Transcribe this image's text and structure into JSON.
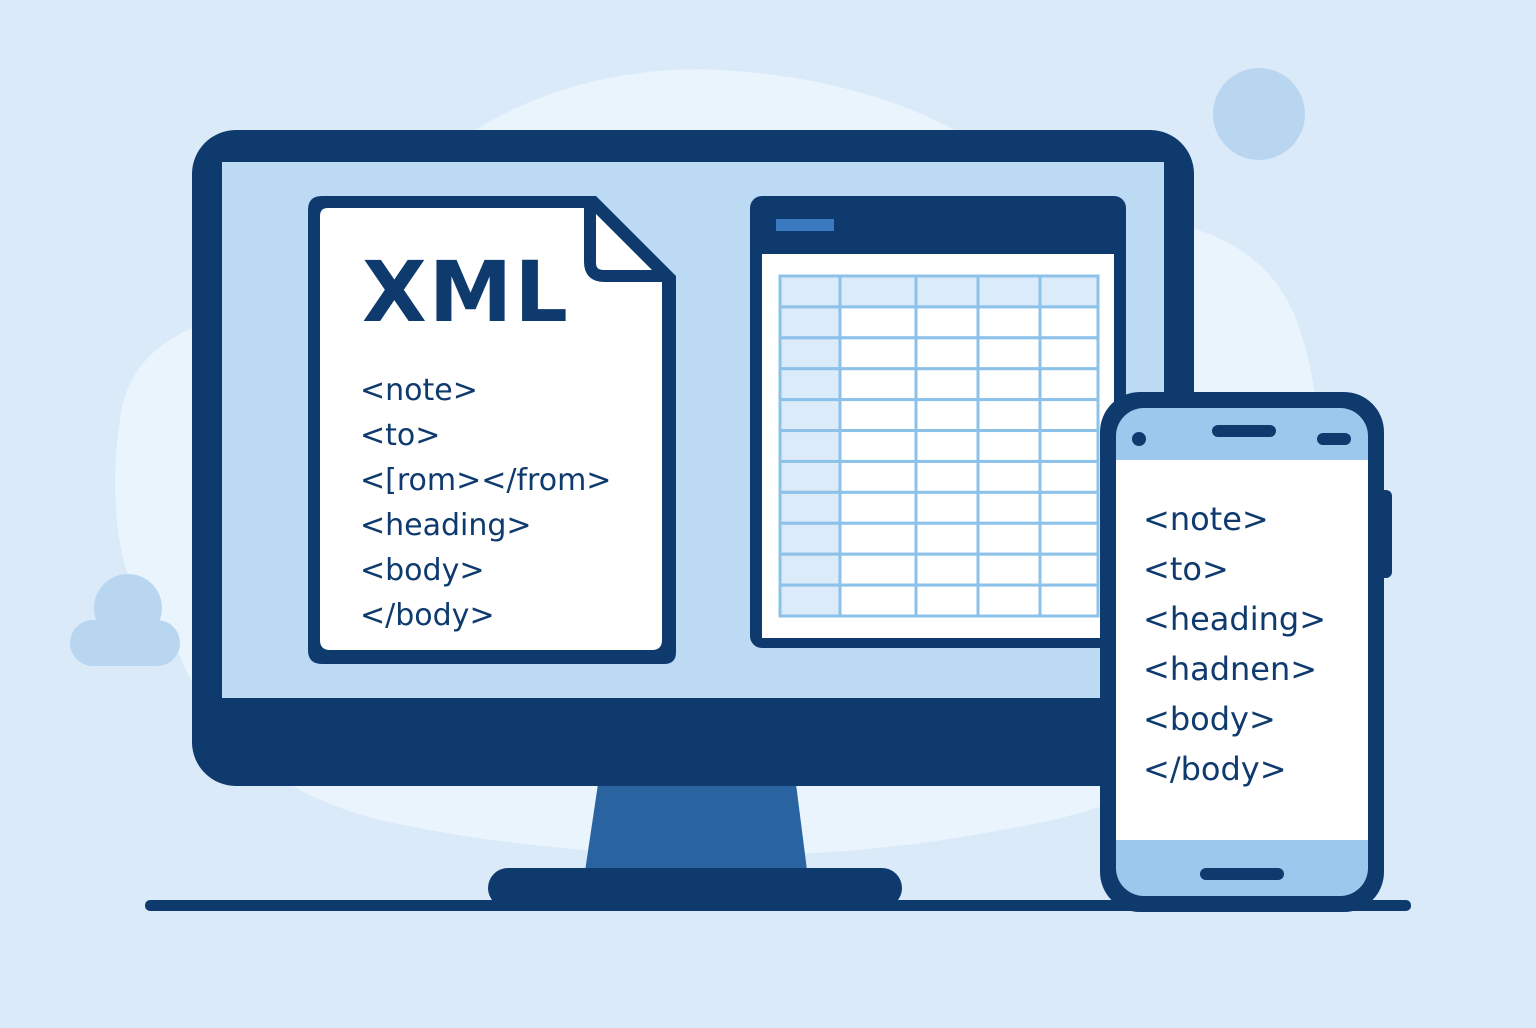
{
  "colors": {
    "background": "#dbeaf9",
    "cloud": "#eaf4fd",
    "navy": "#0e3a6e",
    "stand": "#2a64a0",
    "screen": "#bcdaf4",
    "cell_accent": "#dcebf9",
    "grid_line": "#8cc2ea",
    "phone_bar": "#9cc8ee"
  },
  "document": {
    "icon": "xml-file-icon",
    "title": "XML",
    "lines": [
      "<note>",
      "<to>",
      "<[rom></from>",
      "<heading>",
      "<body>",
      "</body>"
    ]
  },
  "spreadsheet": {
    "icon": "spreadsheet-icon",
    "rows": 11,
    "columns": 5
  },
  "phone": {
    "icon": "smartphone-icon",
    "lines": [
      "<note>",
      "<to>",
      "<heading>",
      "<hadnen>",
      "<body>",
      "</body>"
    ]
  },
  "decor": {
    "icons": [
      "cloud-icon",
      "circle-decoration-icon"
    ]
  }
}
